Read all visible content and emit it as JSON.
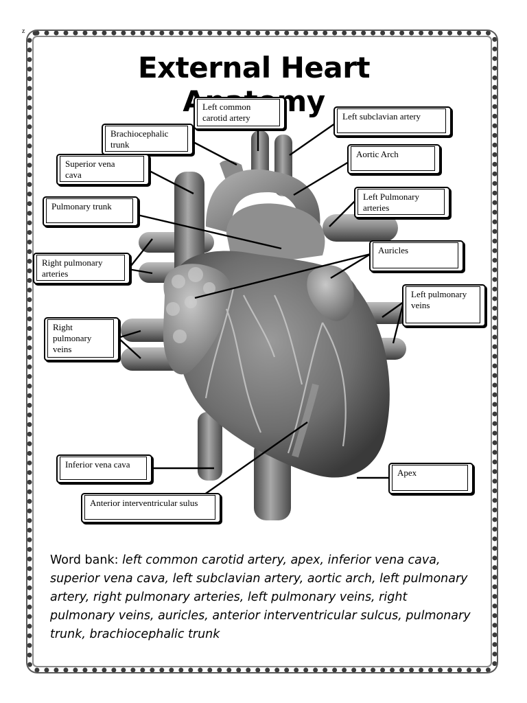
{
  "corner_mark": "z",
  "title": "External Heart Anatomy",
  "labels": [
    {
      "id": "left-common-carotid-artery",
      "text": "Left common\ncarotid artery"
    },
    {
      "id": "brachiocephalic-trunk",
      "text": "Brachiocephalic\ntrunk"
    },
    {
      "id": "superior-vena-cava",
      "text": "Superior vena\ncava"
    },
    {
      "id": "pulmonary-trunk",
      "text": "Pulmonary trunk"
    },
    {
      "id": "right-pulmonary-arteries",
      "text": "Right pulmonary\narteries"
    },
    {
      "id": "right-pulmonary-veins",
      "text": "Right\npulmonary\nveins"
    },
    {
      "id": "inferior-vena-cava",
      "text": "Inferior vena cava"
    },
    {
      "id": "anterior-interventricular-sulus",
      "text": "Anterior interventricular sulus"
    },
    {
      "id": "left-subclavian-artery",
      "text": "Left subclavian artery"
    },
    {
      "id": "aortic-arch",
      "text": "Aortic Arch"
    },
    {
      "id": "left-pulmonary-arteries",
      "text": "Left Pulmonary\narteries"
    },
    {
      "id": "auricles",
      "text": "Auricles"
    },
    {
      "id": "left-pulmonary-veins",
      "text": "Left pulmonary\nveins"
    },
    {
      "id": "apex",
      "text": "Apex"
    }
  ],
  "word_bank": {
    "heading": "Word bank: ",
    "terms": "left common carotid artery, apex, inferior vena cava, superior vena cava, left subclavian artery, aortic arch, left pulmonary artery, right pulmonary arteries, left pulmonary veins, right pulmonary veins, auricles, anterior interventricular sulcus, pulmonary trunk, brachiocephalic trunk"
  }
}
